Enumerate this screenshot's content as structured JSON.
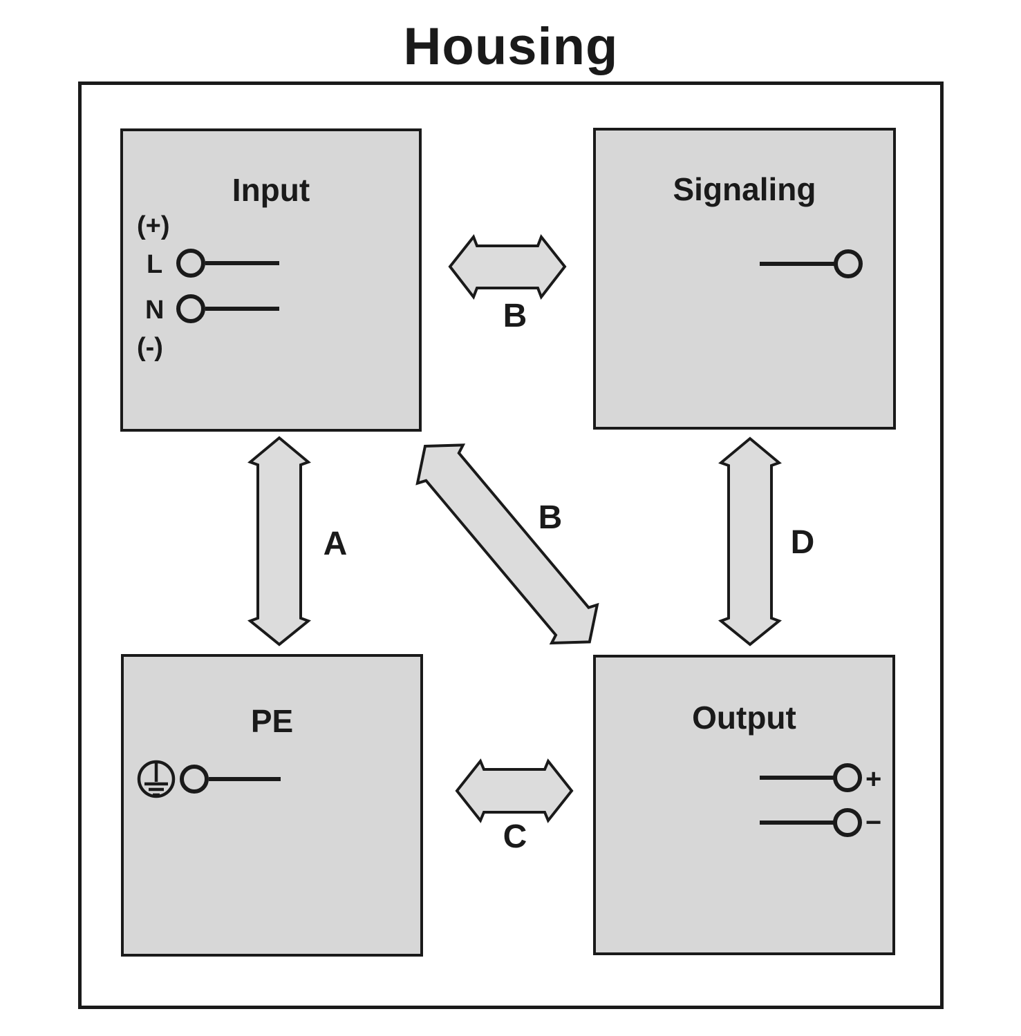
{
  "title": "Housing",
  "panels": {
    "input": {
      "label": "Input",
      "plus_label": "(+)",
      "line_label": "L",
      "neutral_label": "N",
      "minus_label": "(-)"
    },
    "signaling": {
      "label": "Signaling"
    },
    "pe": {
      "label": "PE"
    },
    "output": {
      "label": "Output",
      "plus_label": "+",
      "minus_label": "−"
    }
  },
  "arrows": {
    "a": {
      "label": "A",
      "connects": "Input ↔ PE"
    },
    "b_horizontal": {
      "label": "B",
      "connects": "Input ↔ Signaling"
    },
    "b_diagonal": {
      "label": "B",
      "connects": "Input ↔ Output"
    },
    "c": {
      "label": "C",
      "connects": "PE ↔ Output"
    },
    "d": {
      "label": "D",
      "connects": "Signaling ↔ Output"
    }
  },
  "colors": {
    "panel-fill": "#d7d7d7",
    "arrow-fill": "#dcdcdc",
    "line": "#1a1a1a",
    "background": "#ffffff"
  }
}
